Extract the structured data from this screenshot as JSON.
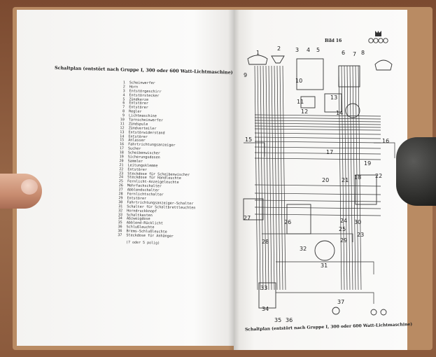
{
  "book": {
    "left_title": "Schaltplan (entstört nach Gruppe I, 300 oder 600 Watt-Lichtmaschine)",
    "right_title": "Schaltplan (entstört nach Gruppe I, 300 oder 600 Watt-Lichtmaschine)",
    "figure_label": "Bild 16",
    "legend": [
      {
        "num": "1",
        "text": "Scheinwerfer"
      },
      {
        "num": "2",
        "text": "Horn"
      },
      {
        "num": "3",
        "text": "Entstörgeschirr"
      },
      {
        "num": "4",
        "text": "Entstörstecker"
      },
      {
        "num": "5",
        "text": "Zündkerze"
      },
      {
        "num": "6",
        "text": "Entstörer"
      },
      {
        "num": "7",
        "text": "Entstörer"
      },
      {
        "num": "8",
        "text": "Regler"
      },
      {
        "num": "9",
        "text": "Lichtmaschine"
      },
      {
        "num": "10",
        "text": "Tarnscheinwerfer"
      },
      {
        "num": "11",
        "text": "Zündspule"
      },
      {
        "num": "12",
        "text": "Zündverteiler"
      },
      {
        "num": "13",
        "text": "Entstörwiderstand"
      },
      {
        "num": "14",
        "text": "Entstörer"
      },
      {
        "num": "15",
        "text": "Anlasser"
      },
      {
        "num": "16",
        "text": "Fahrtrichtungsanzeiger"
      },
      {
        "num": "17",
        "text": "Sucher"
      },
      {
        "num": "18",
        "text": "Scheibenwischer"
      },
      {
        "num": "19",
        "text": "Sicherungsdosen"
      },
      {
        "num": "20",
        "text": "Sammler"
      },
      {
        "num": "21",
        "text": "Leitungsklemme"
      },
      {
        "num": "22",
        "text": "Entstörer"
      },
      {
        "num": "23",
        "text": "Steckdose für Scheibenwischer"
      },
      {
        "num": "24",
        "text": "Steckdose für Handleuchte"
      },
      {
        "num": "25",
        "text": "Fernlicht-Anzeigeleuchte"
      },
      {
        "num": "26",
        "text": "Mehrfachschalter"
      },
      {
        "num": "27",
        "text": "Abblendschalter"
      },
      {
        "num": "28",
        "text": "Fernlichtschalter"
      },
      {
        "num": "29",
        "text": "Entstörer"
      },
      {
        "num": "30",
        "text": "Fahrtrichtungsanzeiger-Schalter"
      },
      {
        "num": "31",
        "text": "Schalter für Schaltbrettleuchten"
      },
      {
        "num": "32",
        "text": "Horndruckknopf"
      },
      {
        "num": "33",
        "text": "Schaltkasten"
      },
      {
        "num": "34",
        "text": "Abzweigdose"
      },
      {
        "num": "35",
        "text": "Abblend-Rücklicht"
      },
      {
        "num": "36",
        "text": "Schlußleuchte"
      },
      {
        "num": "36",
        "text": "Brems-Schlußleuchte"
      },
      {
        "num": "37",
        "text": "Steckdose für Anhänger"
      }
    ],
    "legend_cont": "(7 oder 5 polig)",
    "diagram_numbers": [
      "1",
      "2",
      "3",
      "4",
      "5",
      "6",
      "7",
      "8",
      "9",
      "10",
      "11",
      "12",
      "13",
      "14",
      "15",
      "16",
      "17",
      "18",
      "19",
      "20",
      "21",
      "22",
      "23",
      "24",
      "25",
      "26",
      "27",
      "28",
      "29",
      "30",
      "31",
      "32",
      "33",
      "34",
      "35",
      "36",
      "37"
    ]
  },
  "colors": {
    "paper": "#f7f6f4",
    "ink": "#2a2a2a",
    "cover": "#b98b63",
    "table": "#8a5a3c"
  }
}
